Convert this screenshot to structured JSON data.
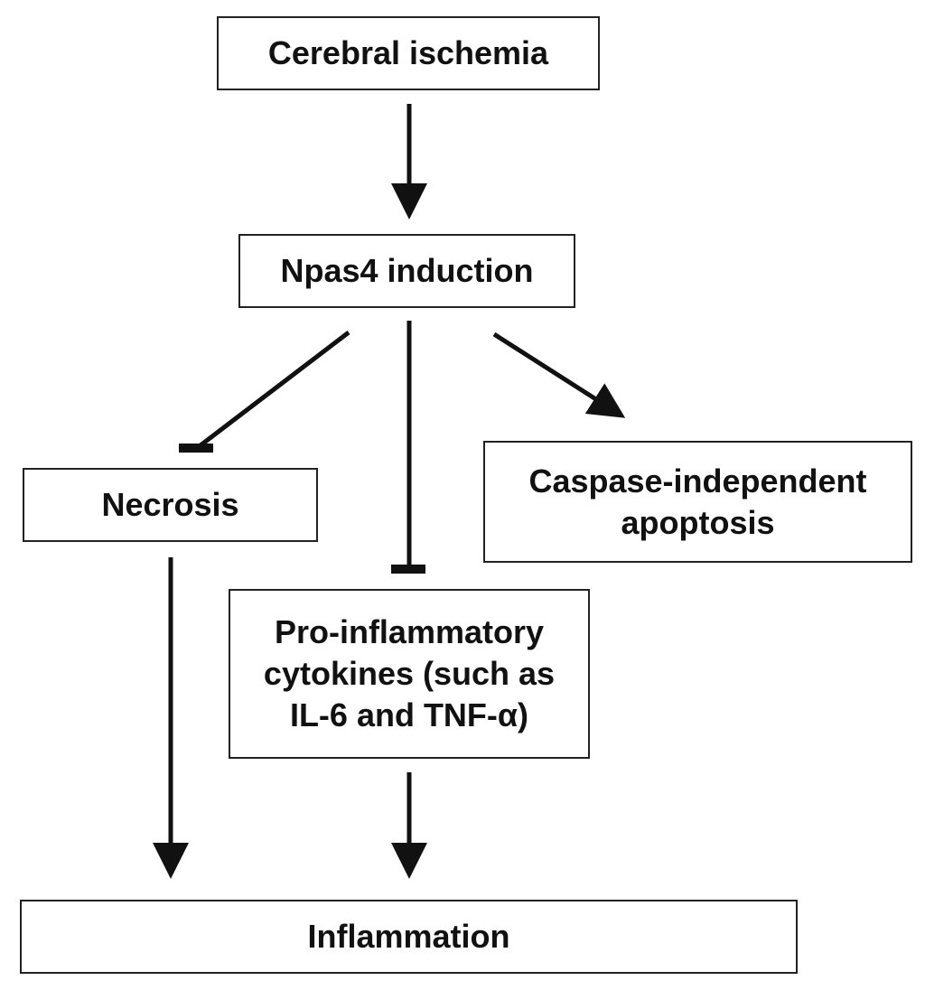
{
  "nodes": {
    "cerebral_ischemia": "Cerebral ischemia",
    "npas4_induction": "Npas4 induction",
    "necrosis": "Necrosis",
    "caspase_apoptosis": "Caspase-independent\napoptosis",
    "cytokines": "Pro-inflammatory\ncytokines (such as\nIL-6 and TNF-α)",
    "inflammation": "Inflammation"
  },
  "edges": [
    {
      "from": "cerebral_ischemia",
      "to": "npas4_induction",
      "type": "activation"
    },
    {
      "from": "npas4_induction",
      "to": "necrosis",
      "type": "inhibition"
    },
    {
      "from": "npas4_induction",
      "to": "cytokines",
      "type": "inhibition"
    },
    {
      "from": "npas4_induction",
      "to": "caspase_apoptosis",
      "type": "activation"
    },
    {
      "from": "necrosis",
      "to": "inflammation",
      "type": "activation"
    },
    {
      "from": "cytokines",
      "to": "inflammation",
      "type": "activation"
    }
  ],
  "colors": {
    "line": "#111111",
    "box_border": "#222222",
    "background": "#ffffff"
  }
}
